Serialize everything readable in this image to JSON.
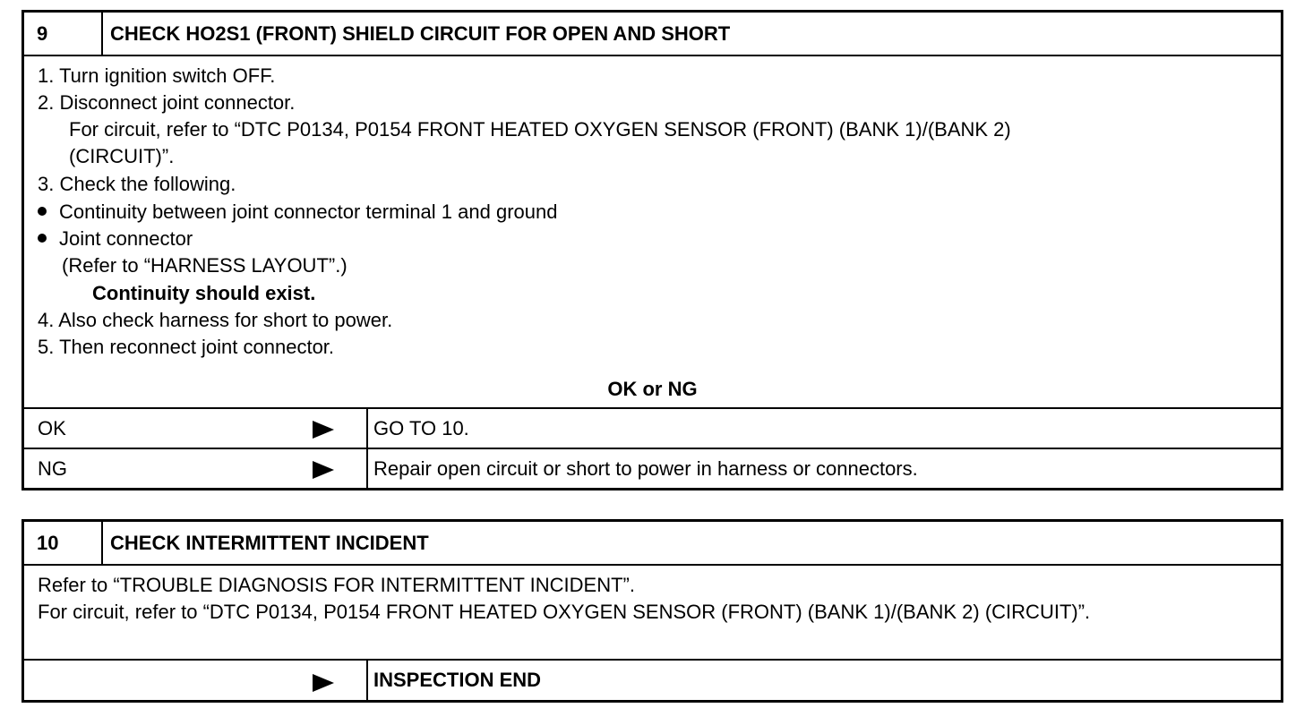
{
  "step9": {
    "number": "9",
    "title": "CHECK HO2S1 (FRONT) SHIELD CIRCUIT FOR OPEN AND SHORT",
    "lines": [
      "1.  Turn ignition switch OFF.",
      "2.  Disconnect joint connector.",
      "For circuit, refer to “DTC P0134, P0154 FRONT HEATED OXYGEN SENSOR (FRONT) (BANK 1)/(BANK 2)",
      "(CIRCUIT)”.",
      "3.  Check the following.",
      "Continuity between joint connector terminal 1 and ground",
      "Joint connector",
      "(Refer to “HARNESS LAYOUT”.)",
      "Continuity should exist.",
      "4.  Also check harness for short to power.",
      "5.  Then reconnect joint connector."
    ],
    "result_header": "OK or NG",
    "results": [
      {
        "label": "OK",
        "action": "GO TO 10."
      },
      {
        "label": "NG",
        "action": "Repair open circuit or short to power in harness or connectors."
      }
    ]
  },
  "step10": {
    "number": "10",
    "title": "CHECK INTERMITTENT INCIDENT",
    "lines": [
      "Refer to “TROUBLE DIAGNOSIS FOR INTERMITTENT INCIDENT”.",
      "For circuit, refer to “DTC P0134, P0154 FRONT HEATED OXYGEN SENSOR (FRONT) (BANK 1)/(BANK 2) (CIRCUIT)”."
    ],
    "result_action": "INSPECTION END"
  }
}
